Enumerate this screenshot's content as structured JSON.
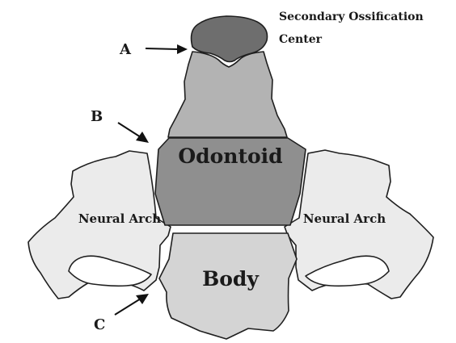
{
  "labels": {
    "secondary_center_line1": "Secondary Ossification",
    "secondary_center_line2": "Center",
    "odontoid": "Odontoid",
    "body": "Body",
    "neural_arch_left": "Neural Arch",
    "neural_arch_right": "Neural Arch",
    "marker_a": "A",
    "marker_b": "B",
    "marker_c": "C"
  },
  "colors": {
    "background": "#ffffff",
    "secondary_center": "#6e6e6e",
    "odontoid": "#8f8f8f",
    "upper_odontoid": "#b3b3b3",
    "body": "#d4d4d4",
    "neural_arch": "#ebebeb",
    "outline": "#1f1f1f",
    "text": "#1a1a1a"
  }
}
